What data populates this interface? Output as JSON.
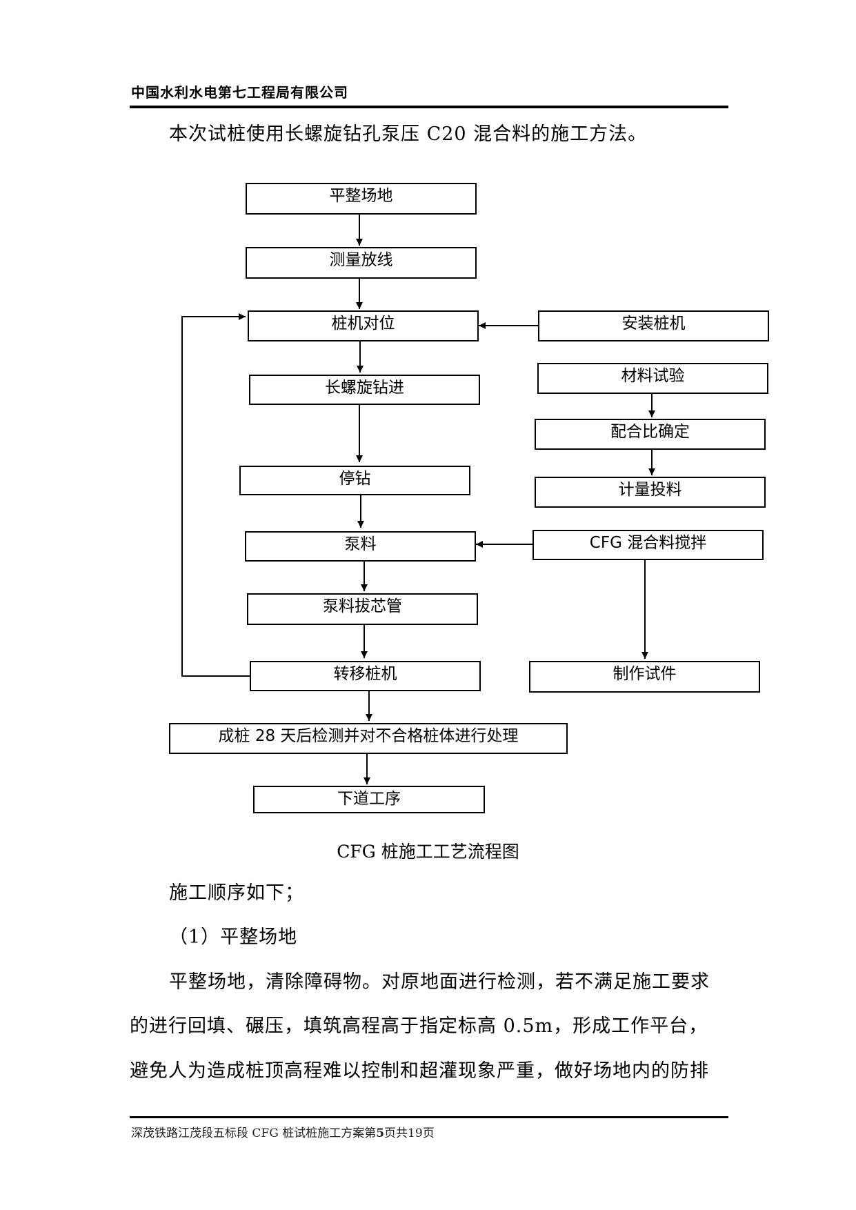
{
  "header": {
    "company": "中国水利水电第七工程局有限公司"
  },
  "intro": "本次试桩使用长螺旋钻孔泵压 C20 混合料的施工方法。",
  "flowchart": {
    "boxes": {
      "site_leveling": "平整场地",
      "survey": "测量放线",
      "rig_position": "桩机对位",
      "install_rig": "安装桩机",
      "drilling": "长螺旋钻进",
      "material_test": "材料试验",
      "mix_ratio": "配合比确定",
      "stop_drill": "停钻",
      "metering": "计量投料",
      "pumping": "泵料",
      "mixing": "CFG 混合料搅拌",
      "pump_pull": "泵料拔芯管",
      "move_rig": "转移桩机",
      "make_specimens": "制作试件",
      "inspection": "成桩 28 天后检测并对不合格桩体进行处理",
      "next_step": "下道工序"
    },
    "caption": "CFG 桩施工工艺流程图"
  },
  "text": {
    "sequence_intro": "施工顺序如下；",
    "section1_title": "（1）平整场地",
    "para_line1": "平整场地，清除障碍物。对原地面进行检测，若不满足施工要求",
    "para_line2": "的进行回填、碾压，填筑高程高于指定标高 0.5m，形成工作平台，",
    "para_line3": "避免人为造成桩顶高程难以控制和超灌现象严重，做好场地内的防排"
  },
  "footer": {
    "prefix": "深茂铁路江茂段五标段 CFG 桩试桩施工方案第",
    "page_current": "5",
    "middle": "页共",
    "page_total": "19",
    "suffix": "页"
  }
}
